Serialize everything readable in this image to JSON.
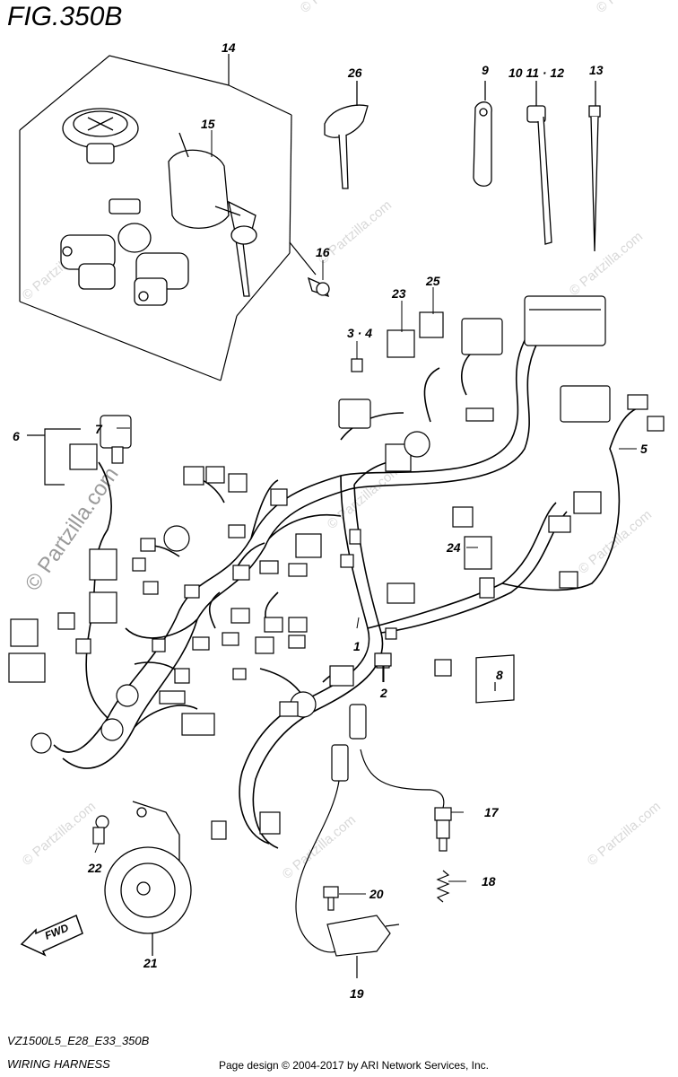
{
  "figure": {
    "title": "FIG.350B",
    "model_code": "VZ1500L5_E28_E33_350B",
    "name": "WIRING HARNESS"
  },
  "footer": {
    "credit": "Page design © 2004-2017 by ARI Network Services, Inc."
  },
  "watermark": {
    "text": "© Partzilla.com",
    "short": "© P"
  },
  "direction_badge": "FWD",
  "callouts": {
    "c1": "1",
    "c2": "2",
    "c3_4": "3 · 4",
    "c5": "5",
    "c6": "6",
    "c7": "7",
    "c8": "8",
    "c9": "9",
    "c10_12": "10 11 · 12",
    "c13": "13",
    "c14": "14",
    "c15": "15",
    "c16": "16",
    "c17": "17",
    "c18": "18",
    "c19": "19",
    "c20": "20",
    "c21": "21",
    "c22": "22",
    "c23": "23",
    "c24": "24",
    "c25": "25",
    "c26": "26"
  },
  "icons": [
    "ignition-switch-icon",
    "key-icon",
    "connector-icon",
    "cable-tie-icon",
    "wiring-harness-icon",
    "horn-icon",
    "sensor-icon",
    "bolt-icon",
    "spring-icon",
    "label-icon",
    "fwd-arrow-icon"
  ]
}
